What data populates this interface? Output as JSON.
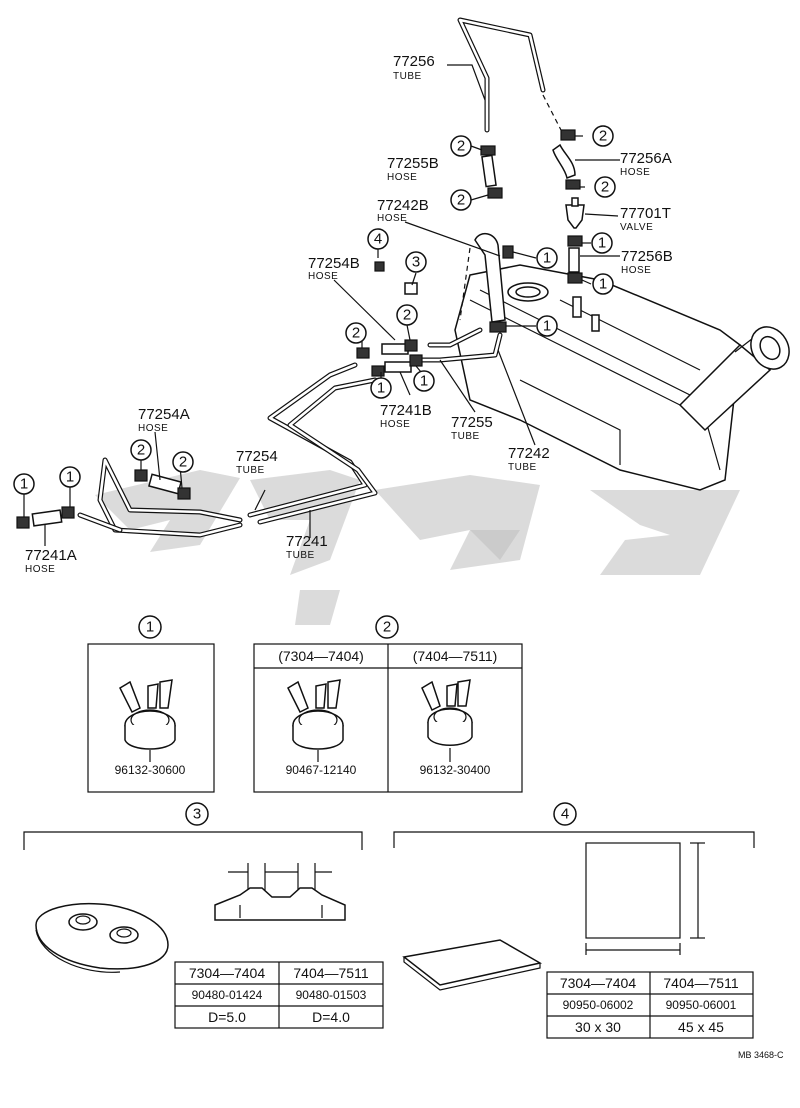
{
  "labels": {
    "p77256": {
      "num": "77256",
      "type": "TUBE"
    },
    "p77256A": {
      "num": "77256A",
      "type": "HOSE"
    },
    "p77255B": {
      "num": "77255B",
      "type": "HOSE"
    },
    "p77701T": {
      "num": "77701T",
      "type": "VALVE"
    },
    "p77242B": {
      "num": "77242B",
      "type": "HOSE"
    },
    "p77256B": {
      "num": "77256B",
      "type": "HOSE"
    },
    "p77254B": {
      "num": "77254B",
      "type": "HOSE"
    },
    "p77254A": {
      "num": "77254A",
      "type": "HOSE"
    },
    "p77241B": {
      "num": "77241B",
      "type": "HOSE"
    },
    "p77255": {
      "num": "77255",
      "type": "TUBE"
    },
    "p77242": {
      "num": "77242",
      "type": "TUBE"
    },
    "p77254": {
      "num": "77254",
      "type": "TUBE"
    },
    "p77241": {
      "num": "77241",
      "type": "TUBE"
    },
    "p77241A": {
      "num": "77241A",
      "type": "HOSE"
    }
  },
  "callouts": {
    "c1": "1",
    "c2": "2",
    "c3": "3",
    "c4": "4"
  },
  "detail1": {
    "part": "96132-30600"
  },
  "detail2": {
    "col_a_range": "(7304—7404)",
    "col_b_range": "(7404—7511)",
    "col_a_part": "90467-12140",
    "col_b_part": "96132-30400"
  },
  "detail3": {
    "col_a_range": "7304—7404",
    "col_b_range": "7404—7511",
    "col_a_part": "90480-01424",
    "col_b_part": "90480-01503",
    "col_a_dim": "D=5.0",
    "col_b_dim": "D=4.0"
  },
  "detail4": {
    "col_a_range": "7304—7404",
    "col_b_range": "7404—7511",
    "col_a_part": "90950-06002",
    "col_b_part": "90950-06001",
    "col_a_dim": "30 x 30",
    "col_b_dim": "45 x 45"
  },
  "footer": {
    "ref": "MB 3468-C"
  }
}
